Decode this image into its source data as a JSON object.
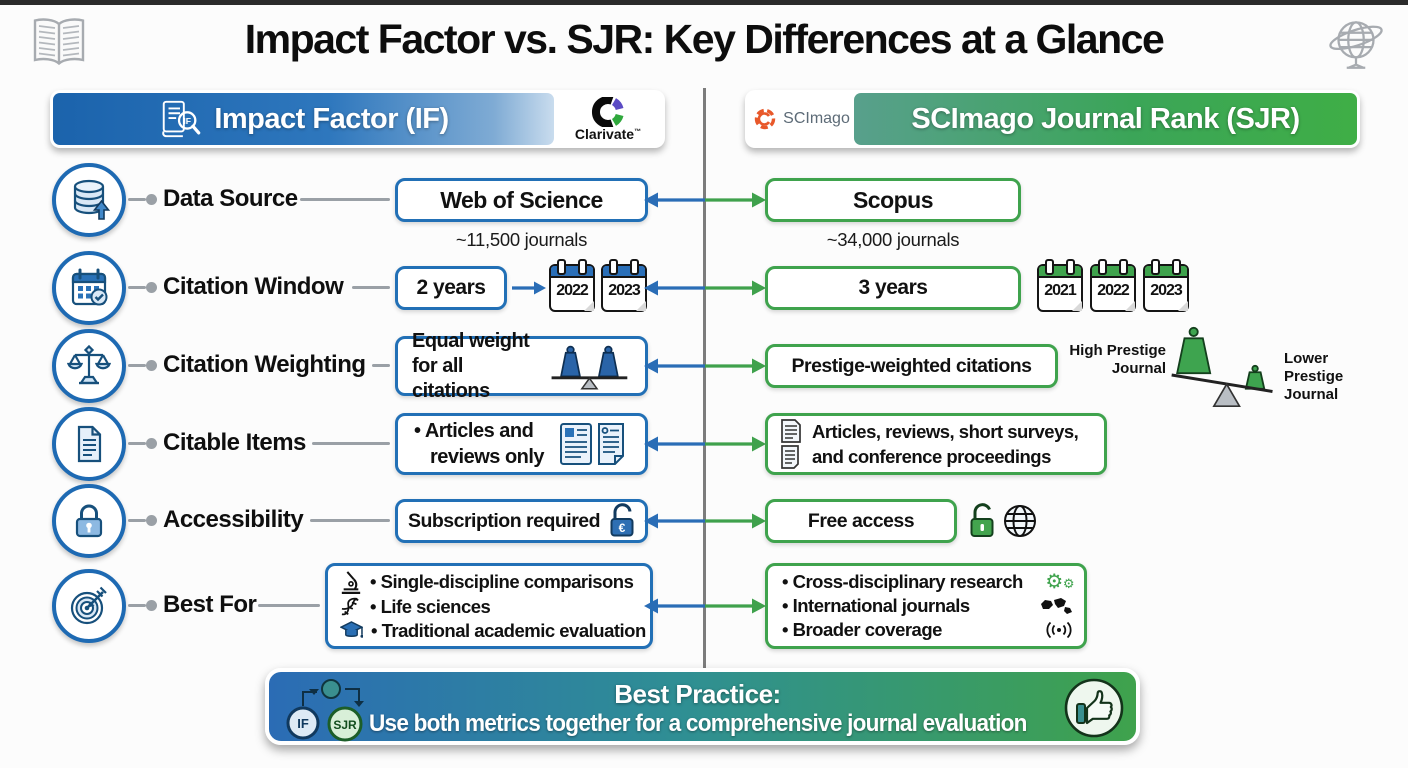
{
  "title": "Impact Factor vs. SJR: Key Differences at a Glance",
  "headers": {
    "if": {
      "label": "Impact Factor (IF)",
      "icon_label": "IF",
      "brand": "Clarivate",
      "brand_tm": "™"
    },
    "sjr": {
      "label": "SCImago Journal Rank (SJR)",
      "brand": "SCImago"
    }
  },
  "rows": [
    {
      "label": "Data Source",
      "if": {
        "box": "Web of Science",
        "caption": "~11,500 journals"
      },
      "sjr": {
        "box": "Scopus",
        "caption": "~34,000 journals"
      }
    },
    {
      "label": "Citation Window",
      "if": {
        "box": "2 years",
        "years": [
          "2022",
          "2023"
        ]
      },
      "sjr": {
        "box": "3 years",
        "years": [
          "2021",
          "2022",
          "2023"
        ]
      }
    },
    {
      "label": "Citation Weighting",
      "if": {
        "lines": [
          "Equal weight",
          "for all citations"
        ]
      },
      "sjr": {
        "box": "Prestige-weighted citations",
        "high": [
          "High Prestige",
          "Journal"
        ],
        "low": [
          "Lower Prestige",
          "Journal"
        ]
      }
    },
    {
      "label": "Citable Items",
      "if": {
        "lines": [
          "• Articles and",
          "reviews only"
        ]
      },
      "sjr": {
        "lines": [
          "Articles, reviews, short surveys,",
          "and conference proceedings"
        ]
      }
    },
    {
      "label": "Accessibility",
      "if": {
        "box": "Subscription required",
        "euro": "€"
      },
      "sjr": {
        "box": "Free access"
      }
    },
    {
      "label": "Best For",
      "if": {
        "bullets": [
          "• Single-discipline comparisons",
          "• Life sciences",
          "• Traditional academic evaluation"
        ]
      },
      "sjr": {
        "bullets": [
          "• Cross-disciplinary research",
          "• International journals",
          "• Broader coverage"
        ]
      }
    }
  ],
  "footer": {
    "heading": "Best Practice:",
    "text": "Use both metrics together for a comprehensive journal evaluation",
    "if_badge": "IF",
    "sjr_badge": "SJR"
  },
  "colors": {
    "if_blue": "#2270b6",
    "sjr_green": "#3fa34d",
    "divider_gray": "#7c7c7c",
    "clarivate_purple": "#5b4bc4",
    "clarivate_green": "#2fa83c",
    "scimago_orange": "#e8582a",
    "footer_teal": "#3a8f8f"
  }
}
